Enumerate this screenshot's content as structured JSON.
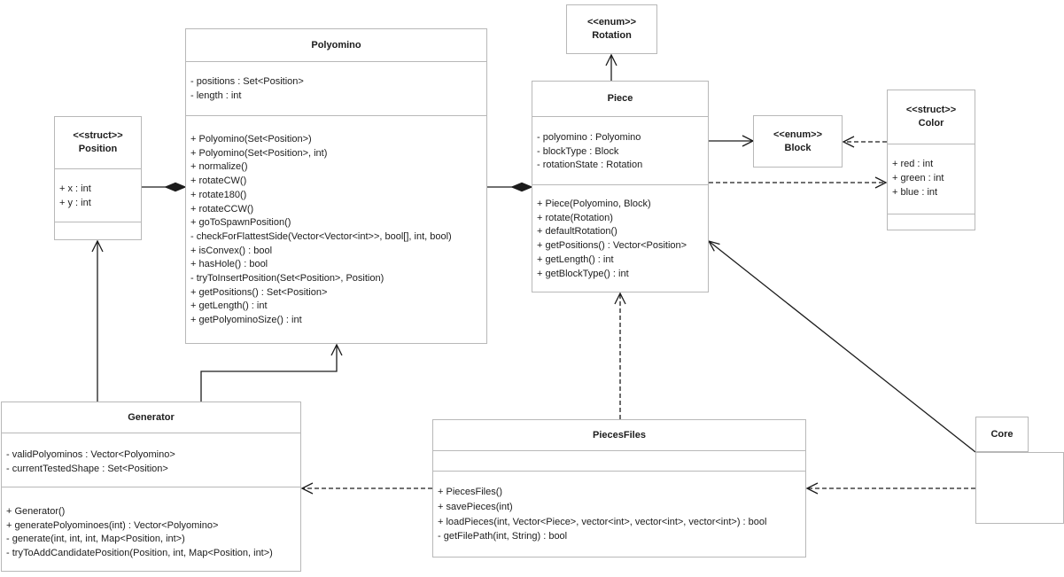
{
  "diagram": {
    "kind": "UML class diagram",
    "colors": {
      "background": "#ffffff",
      "box_border": "#b8b8b8",
      "text": "#1c1c1c",
      "connector": "#1c1c1c"
    }
  },
  "classes": {
    "polyomino": {
      "name": "Polyomino",
      "attributes": [
        "- positions : Set<Position>",
        "- length : int"
      ],
      "methods": [
        "+ Polyomino(Set<Position>)",
        "+ Polyomino(Set<Position>, int)",
        "+ normalize()",
        "+ rotateCW()",
        "+ rotate180()",
        "+ rotateCCW()",
        "+ goToSpawnPosition()",
        "- checkForFlattestSide(Vector<Vector<int>>, bool[], int, bool)",
        "+ isConvex() : bool",
        "+ hasHole() : bool",
        "- tryToInsertPosition(Set<Position>, Position)",
        "+ getPositions() : Set<Position>",
        "+ getLength() : int",
        "+ getPolyominoSize() : int"
      ]
    },
    "rotation": {
      "stereotype": "<<enum>>",
      "name": "Rotation"
    },
    "piece": {
      "name": "Piece",
      "attributes": [
        "- polyomino : Polyomino",
        "- blockType : Block",
        "- rotationState : Rotation"
      ],
      "methods": [
        "+ Piece(Polyomino, Block)",
        "+ rotate(Rotation)",
        "+ defaultRotation()",
        "+ getPositions() : Vector<Position>",
        "+ getLength() : int",
        "+ getBlockType() : int"
      ]
    },
    "block": {
      "stereotype": "<<enum>>",
      "name": "Block"
    },
    "color": {
      "stereotype": "<<struct>>",
      "name": "Color",
      "attributes": [
        "+ red : int",
        "+ green : int",
        "+ blue : int"
      ]
    },
    "position": {
      "stereotype": "<<struct>>",
      "name": "Position",
      "attributes": [
        "+ x : int",
        "+ y : int"
      ]
    },
    "generator": {
      "name": "Generator",
      "attributes": [
        "- validPolyominos : Vector<Polyomino>",
        "- currentTestedShape : Set<Position>"
      ],
      "methods": [
        "+ Generator()",
        "+ generatePolyominoes(int) : Vector<Polyomino>",
        "- generate(int, int, int, Map<Position, int>)",
        "- tryToAddCandidatePosition(Position, int, Map<Position, int>)"
      ]
    },
    "pieces_files": {
      "name": "PiecesFiles",
      "attributes": [],
      "methods": [
        "+ PiecesFiles()",
        "+ savePieces(int)",
        "+ loadPieces(int, Vector<Piece>, vector<int>, vector<int>, vector<int>) : bool",
        "- getFilePath(int, String) : bool"
      ]
    },
    "core": {
      "name": "Core"
    }
  },
  "relationships": [
    {
      "from": "Position",
      "to": "Polyomino",
      "type": "composition"
    },
    {
      "from": "Polyomino",
      "to": "Piece",
      "type": "composition"
    },
    {
      "from": "Piece",
      "to": "Rotation",
      "type": "association"
    },
    {
      "from": "Piece",
      "to": "Block",
      "type": "association"
    },
    {
      "from": "Color",
      "to": "Block",
      "type": "dependency"
    },
    {
      "from": "Piece",
      "to": "Color",
      "type": "dependency"
    },
    {
      "from": "Generator",
      "to": "Position",
      "type": "association"
    },
    {
      "from": "Generator",
      "to": "Polyomino",
      "type": "association"
    },
    {
      "from": "PiecesFiles",
      "to": "Piece",
      "type": "dependency"
    },
    {
      "from": "PiecesFiles",
      "to": "Generator",
      "type": "dependency"
    },
    {
      "from": "Core",
      "to": "PiecesFiles",
      "type": "dependency"
    },
    {
      "from": "Core",
      "to": "Piece",
      "type": "association"
    }
  ]
}
